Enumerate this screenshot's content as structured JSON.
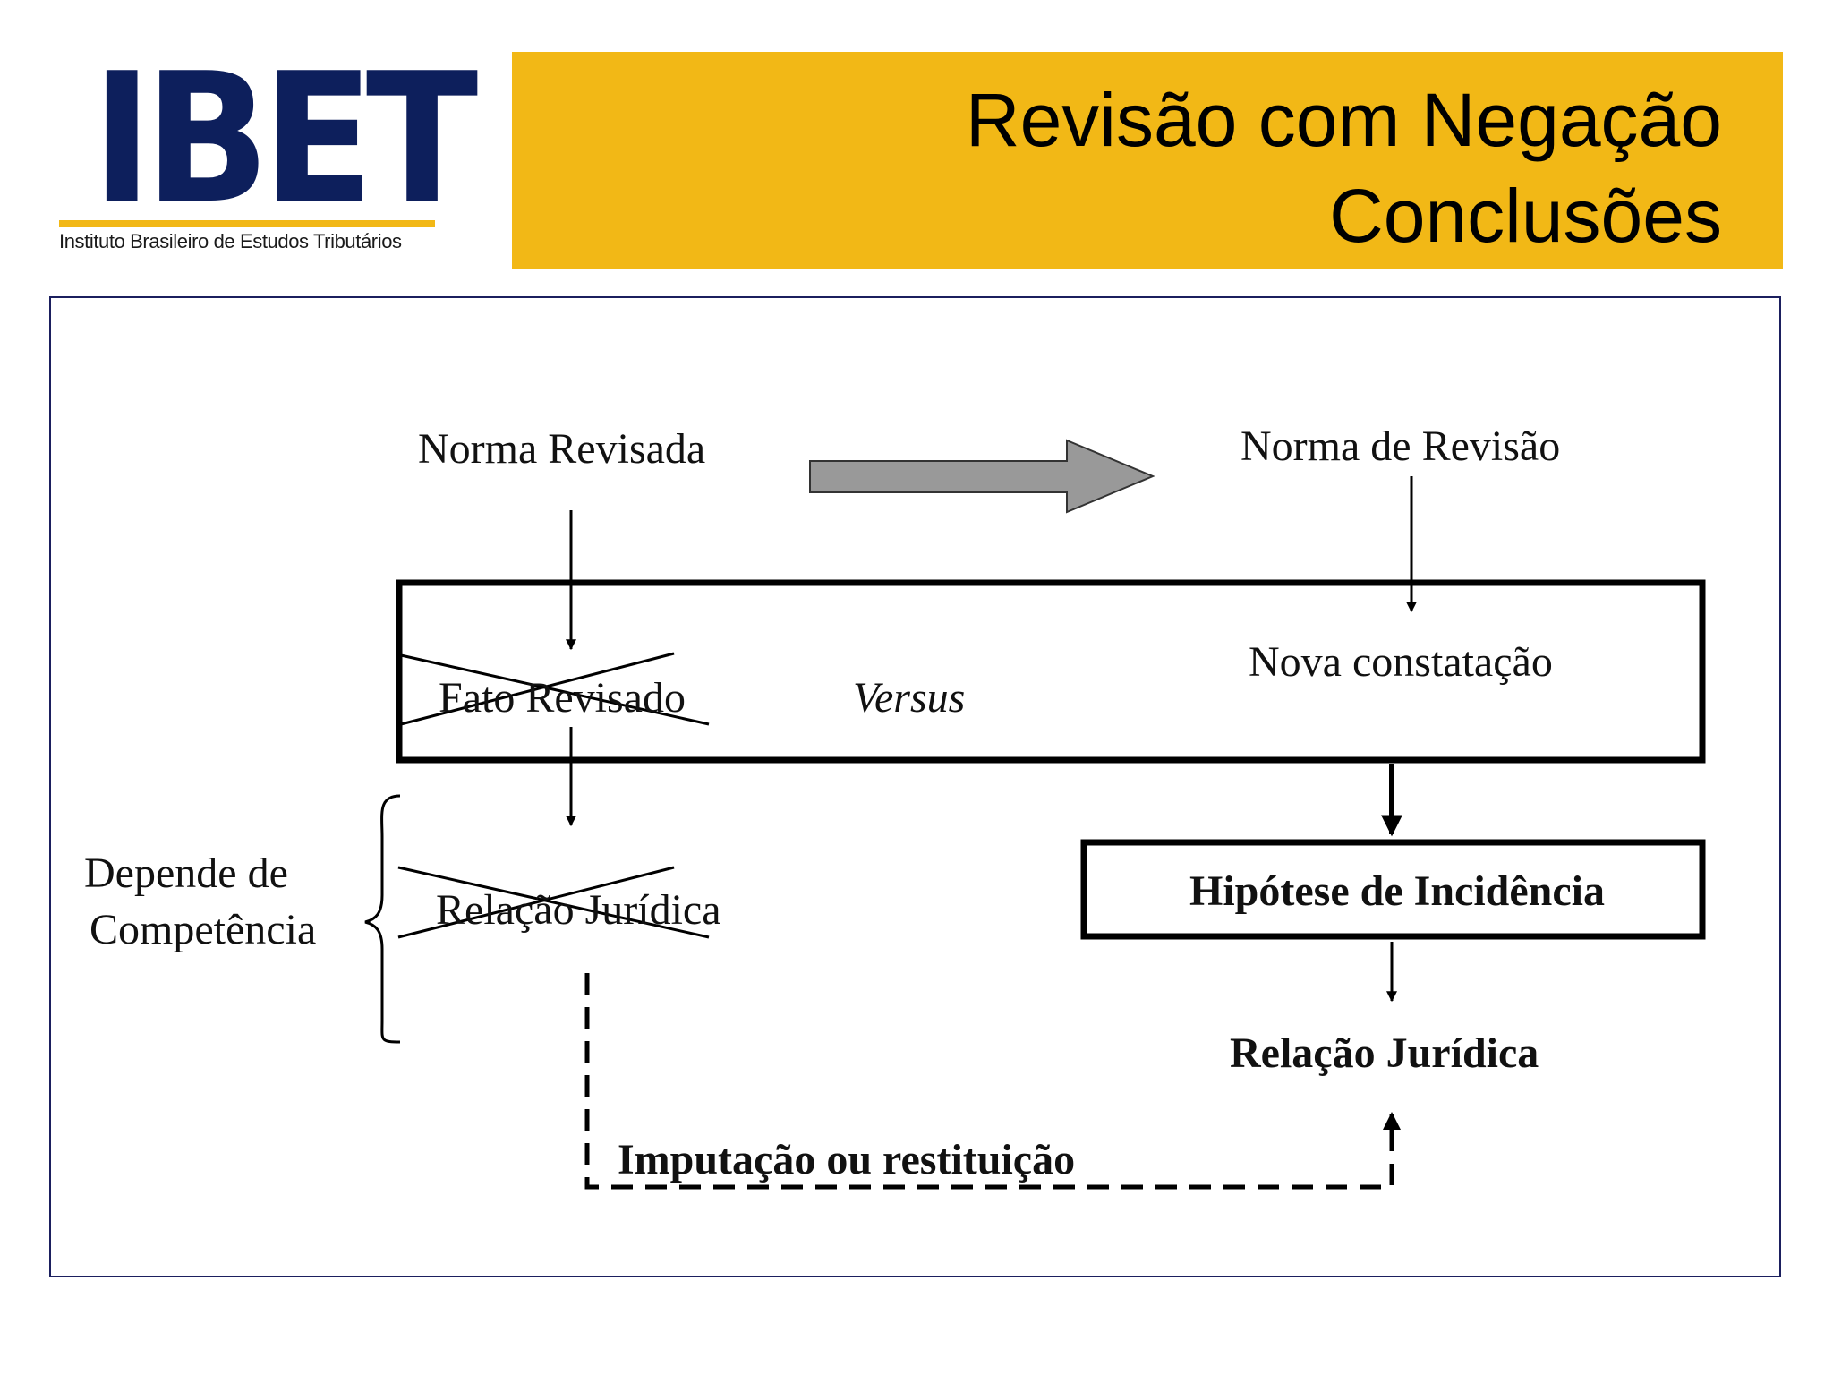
{
  "logo": {
    "mark": "IBET",
    "subtitle": "Instituto Brasileiro de Estudos Tributários"
  },
  "header": {
    "title_line1": "Revisão com Negação",
    "title_line2": "Conclusões"
  },
  "diagram": {
    "norma_revisada": "Norma Revisada",
    "norma_revisao": "Norma de Revisão",
    "fato_revisado": "Fato Revisado",
    "versus": "Versus",
    "nova_constatacao": "Nova constatação",
    "depende_line1": "Depende de",
    "depende_line2": "Competência",
    "relacao_crossed": "Relação Jurídica",
    "hipotese": "Hipótese de Incidência",
    "relacao_juridica": "Relação Jurídica",
    "imputacao": "Imputação ou restituição"
  },
  "colors": {
    "accent": "#f2b816",
    "brand_navy": "#0d1f5c",
    "arrow_gray": "#999999"
  }
}
